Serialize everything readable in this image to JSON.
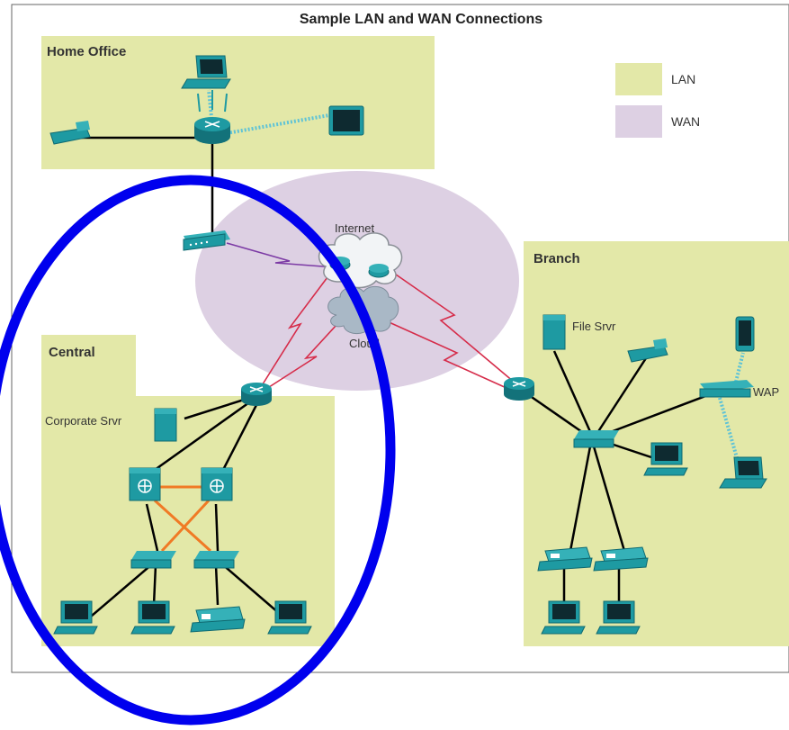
{
  "title": "Sample LAN and WAN Connections",
  "legend": {
    "lan_label": "LAN",
    "wan_label": "WAN",
    "lan_color": "#e3e8a8",
    "wan_color": "#ddd0e3"
  },
  "zones": {
    "home_office": "Home Office",
    "central": "Central",
    "branch": "Branch"
  },
  "clouds": {
    "internet": "Internet",
    "cloud": "Cloud"
  },
  "device_labels": {
    "corporate_server": "Corporate Srvr",
    "file_server": "File Srvr",
    "wap": "WAP"
  },
  "colors": {
    "device": "#1e9aa2",
    "device_dark": "#13727a",
    "link": "#000000",
    "wan_link_red": "#d62c4a",
    "wan_link_purple": "#7c3aa5",
    "redundant_link": "#f07a25",
    "wireless": "#5fc3d6",
    "highlight_ellipse": "#0000ee"
  }
}
